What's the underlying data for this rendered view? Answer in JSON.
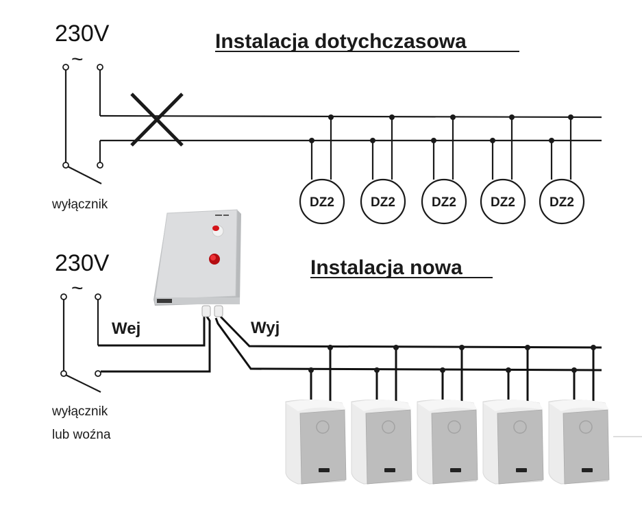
{
  "top_section": {
    "title": "Instalacja dotychczasowa",
    "voltage": "230V",
    "ac_symbol": "~",
    "switch_label": "wyłącznik",
    "cross_mark": "removed-connection",
    "devices": [
      "DZ2",
      "DZ2",
      "DZ2",
      "DZ2",
      "DZ2"
    ]
  },
  "bottom_section": {
    "title": "Instalacja nowa",
    "voltage": "230V",
    "ac_symbol": "~",
    "switch_label_line1": "wyłącznik",
    "switch_label_line2": "lub woźna",
    "input_label": "Wej",
    "output_label": "Wyj",
    "controller": "control-box",
    "speaker_count": 5,
    "speakers": [
      "speaker",
      "speaker",
      "speaker",
      "speaker",
      "speaker"
    ]
  },
  "colors": {
    "line": "#1a1a1a",
    "box_body": "#d9dadb",
    "indicator_red": "#d4141a",
    "speaker_body": "#ececec",
    "speaker_grille": "#b9b9b9"
  }
}
